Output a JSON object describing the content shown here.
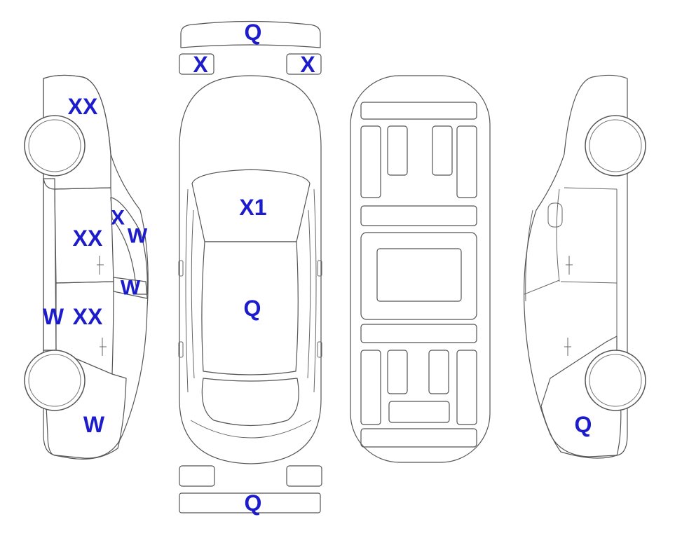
{
  "colors": {
    "damage_fill": "#f8a92c",
    "glass_fill": "#e6f7fb",
    "outline": "#555555",
    "label": "#1c1ccc",
    "background": "#ffffff"
  },
  "labels": {
    "front_bumper": "Q",
    "left_headlight": "X",
    "right_headlight": "X",
    "hood": "X1",
    "roof": "Q",
    "rear_bumper": "Q",
    "left_side_front_fender": "XX",
    "left_side_front_door": "XX",
    "left_side_front_pillar": "X",
    "left_side_front_pillar_w": "W",
    "left_side_mid_pillar_w": "W",
    "left_side_sill": "W",
    "left_side_rear_door": "XX",
    "left_side_rear_quarter": "W",
    "right_side_rear_quarter": "Q"
  }
}
